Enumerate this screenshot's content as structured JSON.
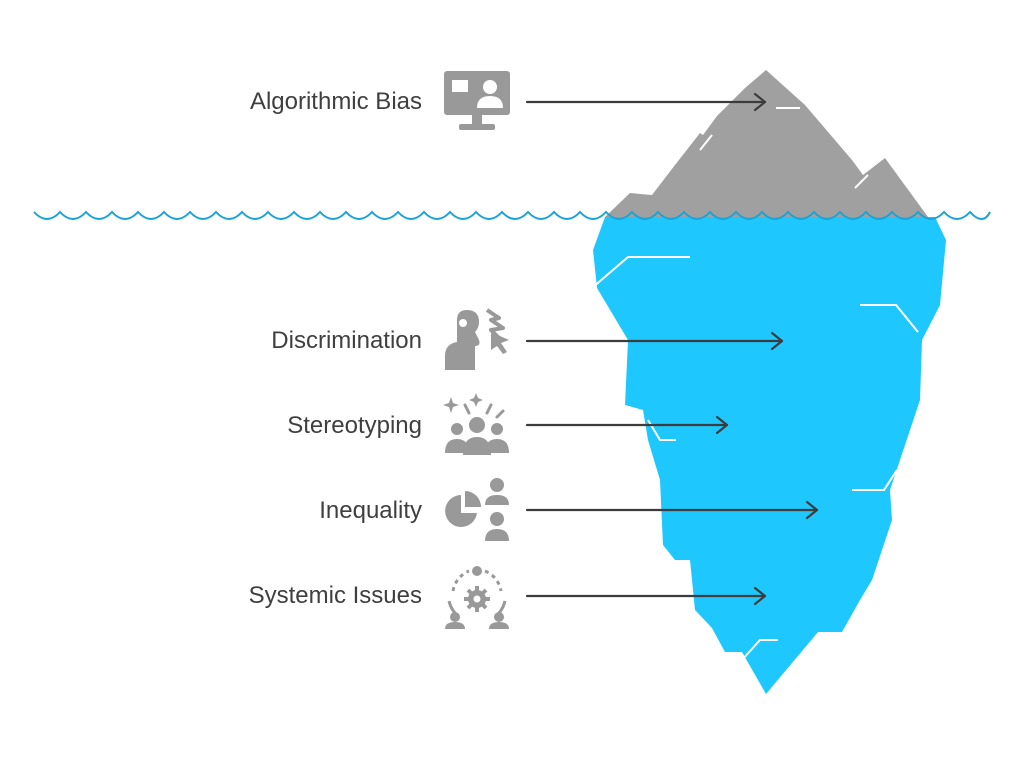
{
  "colors": {
    "water": "#1ec8ff",
    "tip": "#a0a0a0",
    "icon": "#999999",
    "arrow": "#3c3c3c",
    "text": "#3f3f3f",
    "waterline": "#1aa3d6"
  },
  "items": [
    {
      "label": "Algorithmic Bias",
      "icon": "monitor-person-icon"
    },
    {
      "label": "Discrimination",
      "icon": "person-cursor-icon"
    },
    {
      "label": "Stereotyping",
      "icon": "group-sparkle-icon"
    },
    {
      "label": "Inequality",
      "icon": "pie-people-icon"
    },
    {
      "label": "Systemic Issues",
      "icon": "gear-people-icon"
    }
  ]
}
